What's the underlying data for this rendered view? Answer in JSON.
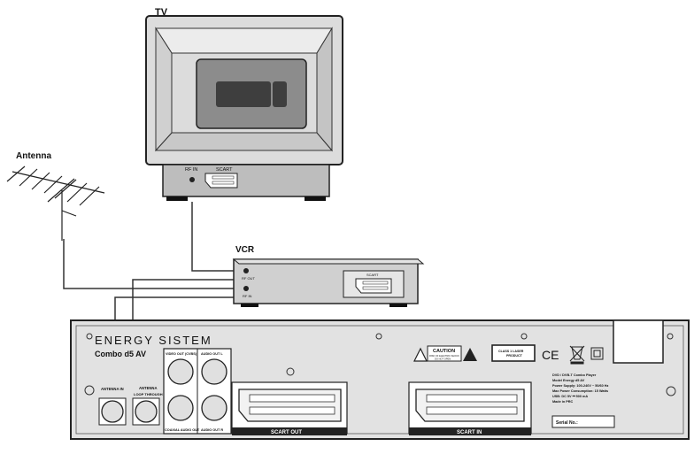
{
  "labels": {
    "tv": "TV",
    "antenna": "Antenna",
    "vcr": "VCR"
  },
  "tv_panel": {
    "rf_in": "RF IN",
    "scart": "SCART"
  },
  "vcr_panel": {
    "rf_out": "RF OUT",
    "rf_in": "RF IN",
    "scart": "SCART"
  },
  "receiver": {
    "brand": "ENERGY SISTEM",
    "model": "Combo d5 AV",
    "antenna_in": "ANTENNA IN",
    "antenna_loop_1": "ANTENNA",
    "antenna_loop_2": "LOOP THROUGH",
    "video_out": "VIDEO OUT (CVBS)",
    "coaxial_audio_out": "COAXIAL AUDIO OUT",
    "audio_out_l": "AUDIO OUT L",
    "audio_out_r": "AUDIO OUT R",
    "scart_out": "SCART OUT",
    "scart_in": "SCART IN",
    "caution": "CAUTION",
    "caution_sub_1": "RISK OF ELECTRIC SHOCK",
    "caution_sub_2": "DO NOT OPEN",
    "class1_1": "CLASS 1 LASER",
    "class1_2": "PRODUCT",
    "ce": "CE",
    "spec_1": "DVD / DVB-T Combo Player",
    "spec_2": "Model Energy d5 AV",
    "spec_3": "Power Supply: 100-240V ~ 50/60 Hz",
    "spec_4": "Max Power Consumption: 15 Watts",
    "spec_5": "USB: DC 5V ⎓ 500 mA",
    "spec_6": "Made in PRC",
    "serial": "Serial No.:"
  },
  "colors": {
    "tv_body": "#d8d8d8",
    "tv_screen": "#8a8a8a",
    "tv_inner": "#444444",
    "device_body": "#cfcfcf",
    "outline": "#222222",
    "cable": "#333333"
  }
}
